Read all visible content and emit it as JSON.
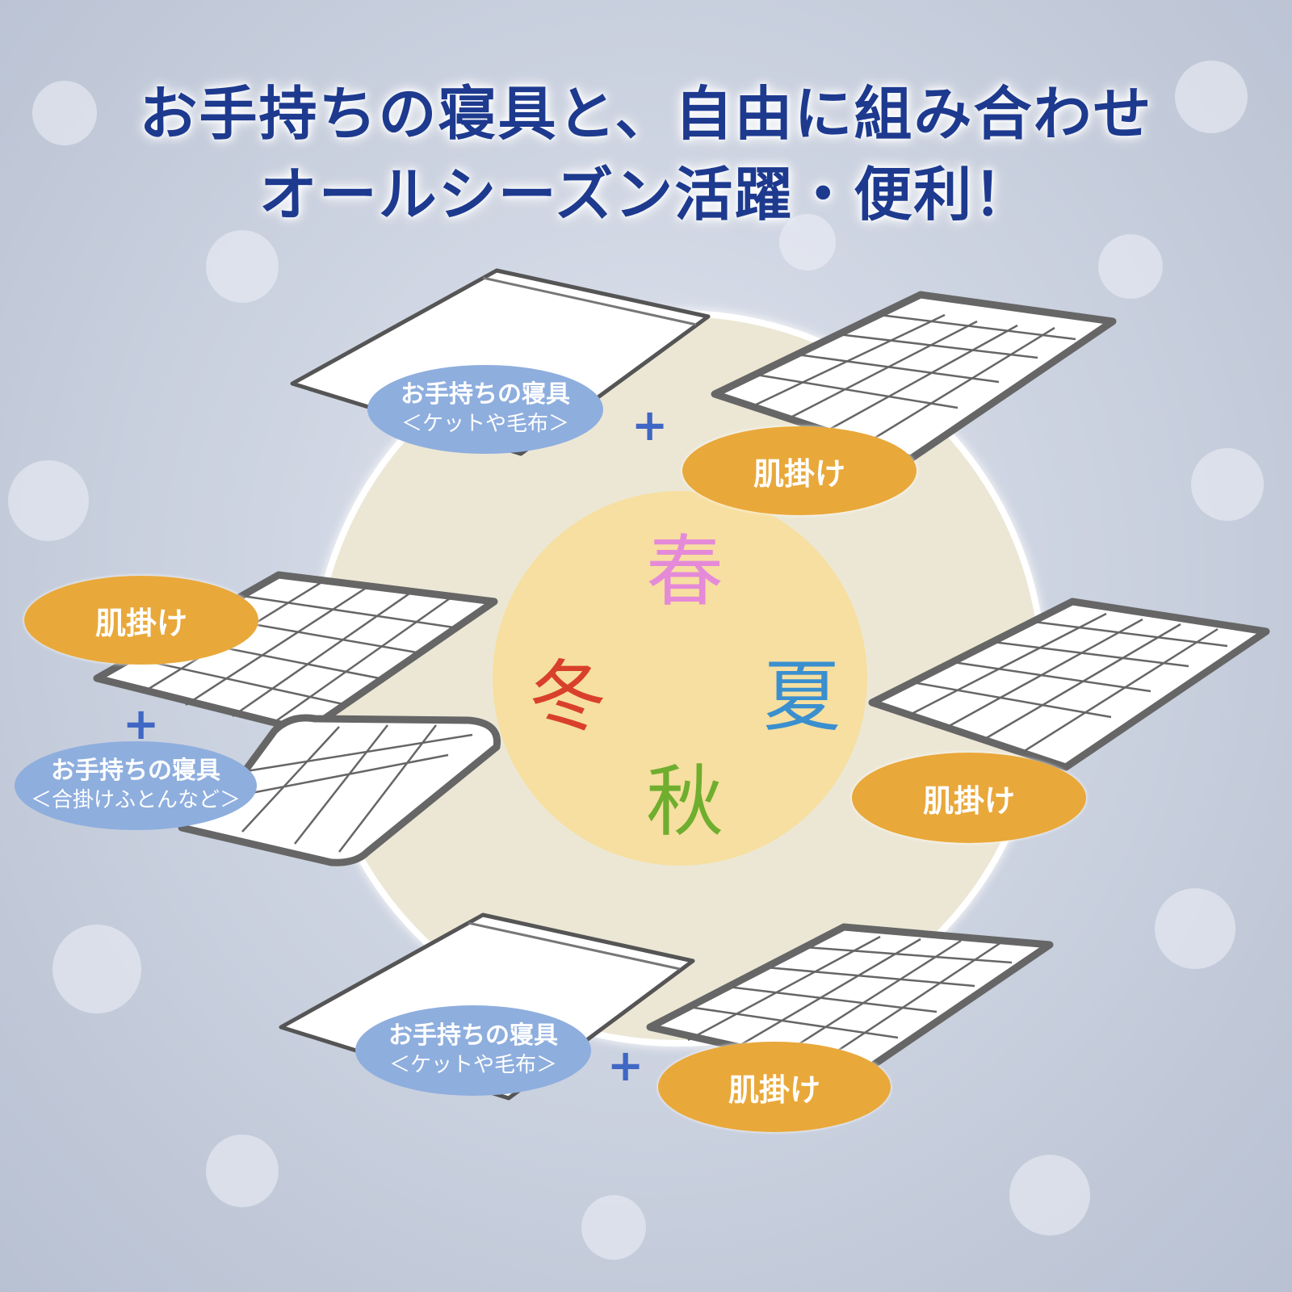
{
  "title": {
    "line1": "お手持ちの寝具と、自由に組み合わせ",
    "line2": "オールシーズン活躍・便利！"
  },
  "seasons": {
    "spring": "春",
    "summer": "夏",
    "autumn": "秋",
    "winter": "冬"
  },
  "combos": {
    "top": {
      "own_title": "お手持ちの寝具",
      "own_sub": "＜ケットや毛布＞",
      "plus": "+",
      "item": "肌掛け"
    },
    "left": {
      "item": "肌掛け",
      "plus": "+",
      "own_title": "お手持ちの寝具",
      "own_sub": "＜合掛けふとんなど＞"
    },
    "right": {
      "item": "肌掛け"
    },
    "bottom": {
      "own_title": "お手持ちの寝具",
      "own_sub": "＜ケットや毛布＞",
      "plus": "+",
      "item": "肌掛け"
    }
  },
  "colors": {
    "title": "#1d3a8f",
    "spring": "#e58ad8",
    "summer": "#3a8fcf",
    "autumn": "#6fae2e",
    "winter": "#d9402c",
    "orange_label": "#e9a83a",
    "blue_label": "#8eaede",
    "plus": "#3f67c4"
  }
}
